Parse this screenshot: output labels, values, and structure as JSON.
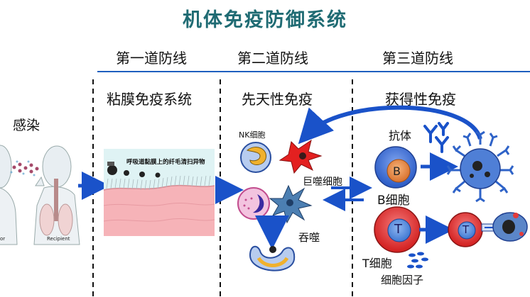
{
  "title": "机体免疫防御系统",
  "infection_label": "感染",
  "lines": {
    "first": "第一道防线",
    "second": "第二道防线",
    "third": "第三道防线"
  },
  "subheads": {
    "first": "粘膜免疫系统",
    "second": "先天性免疫",
    "third": "获得性免疫"
  },
  "panel1_caption": "呼吸道黏膜上的纤毛清扫异物",
  "labels": {
    "nk": "NK细胞",
    "macrophage": "巨噬细胞",
    "phagocytosis": "吞噬",
    "antibody": "抗体",
    "b_cell": "B细胞",
    "b_letter": "B",
    "t_letter_1": "T",
    "t_letter_2": "T",
    "t_cell": "T细胞",
    "cytokine": "细胞因子"
  },
  "figure_labels": {
    "donor_partial": "or",
    "recipient": "Recipient"
  },
  "colors": {
    "title": "#1f6b73",
    "divider_blue": "#1f5fbf",
    "arrow_blue": "#1a52c9",
    "b_cell_outer": "#3f6fd6",
    "b_cell_inner": "#e0884a",
    "t_cell_outer": "#e23b3b",
    "t_cell_inner": "#5b8fd8",
    "infected_cell": "#3d6fcf",
    "mucosa_pink": "#f6b3b8"
  }
}
